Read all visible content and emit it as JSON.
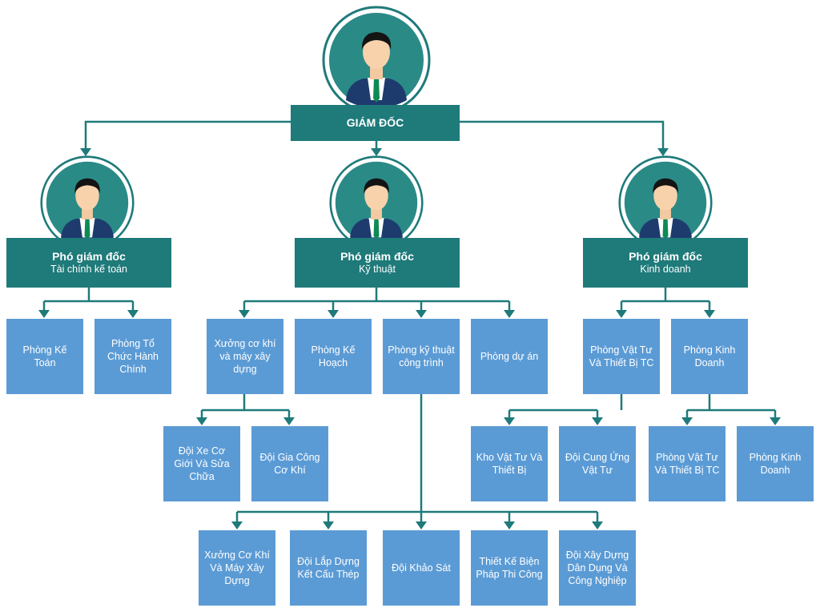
{
  "colors": {
    "teal": "#1f7a7a",
    "node_blue": "#5b9bd5",
    "connector": "#1f7a7a"
  },
  "director": {
    "title": "GIÁM ĐỐC",
    "icon": "businessman-avatar-icon"
  },
  "vice_directors": {
    "finance": {
      "title": "Phó giám đốc",
      "subtitle": "Tài chính kế toán"
    },
    "technical": {
      "title": "Phó giám đốc",
      "subtitle": "Kỹ thuật"
    },
    "business": {
      "title": "Phó giám đốc",
      "subtitle": "Kinh doanh"
    }
  },
  "finance_units": {
    "accounting": "Phòng Kế Toán",
    "admin": "Phòng Tổ Chức Hành Chính"
  },
  "technical_units": {
    "workshop": "Xưởng cơ khí và máy xây dựng",
    "planning": "Phòng Kế Hoạch",
    "engineering": "Phòng kỹ thuật công trình",
    "projects": "Phòng dự án"
  },
  "business_units": {
    "materials_dept": "Phòng Vật Tư Và Thiết Bị TC",
    "sales_dept": "Phòng Kinh Doanh"
  },
  "workshop_teams": {
    "vehicles": "Đội Xe Cơ Giới Và Sửa Chữa",
    "mechanical": "Đội Gia Công Cơ Khí"
  },
  "materials_teams": {
    "warehouse": "Kho Vật Tư Và Thiết Bị",
    "supply": "Đội Cung Ứng Vật Tư"
  },
  "sales_teams": {
    "materials_dept_2": "Phòng Vật Tư Và Thiết Bị TC",
    "sales_dept_2": "Phòng Kinh Doanh"
  },
  "engineering_teams": {
    "workshop_2": "Xưởng Cơ Khí Và Máy Xây Dựng",
    "steel": "Đội Lắp Dựng Kết Cấu Thép",
    "survey": "Đội Khảo Sát",
    "design": "Thiết Kế Biện Pháp Thi Công",
    "civil": "Đội Xây Dựng Dân Dụng Và Công Nghiệp"
  }
}
